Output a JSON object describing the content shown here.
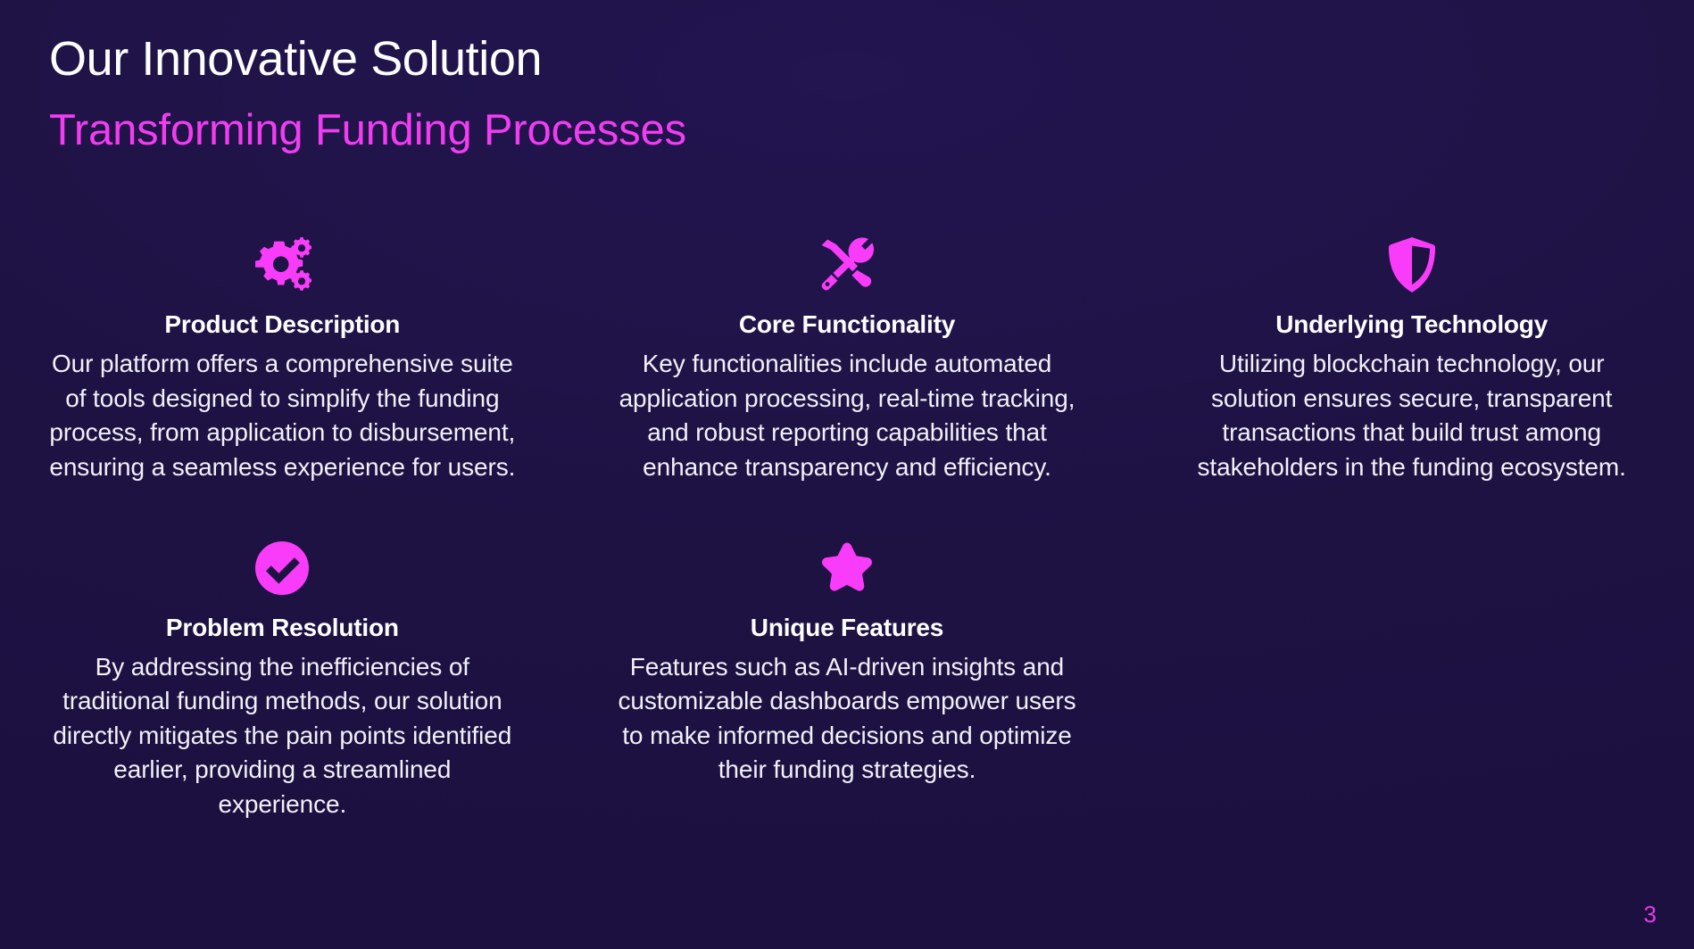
{
  "theme": {
    "background_color": "#1e1243",
    "accent_color": "#f13cf1",
    "icon_color": "#f93cf9",
    "title_color": "#ffffff",
    "body_color": "#f2f0f8"
  },
  "header": {
    "title": "Our Innovative Solution",
    "subtitle": "Transforming Funding Processes"
  },
  "cards": [
    {
      "icon": "cogs-icon",
      "heading": "Product Description",
      "body": "Our platform offers a comprehensive suite of tools designed to simplify the funding process, from application to disbursement, ensuring a seamless experience for users."
    },
    {
      "icon": "tools-icon",
      "heading": "Core Functionality",
      "body": "Key functionalities include automated application processing, real-time tracking, and robust reporting capabilities that enhance transparency and efficiency."
    },
    {
      "icon": "shield-icon",
      "heading": "Underlying Technology",
      "body": "Utilizing blockchain technology, our solution ensures secure, transparent transactions that build trust among stakeholders in the funding ecosystem."
    },
    {
      "icon": "check-circle-icon",
      "heading": "Problem Resolution",
      "body": "By addressing the inefficiencies of traditional funding methods, our solution directly mitigates the pain points identified earlier, providing a streamlined experience."
    },
    {
      "icon": "star-icon",
      "heading": "Unique Features",
      "body": "Features such as AI-driven insights and customizable dashboards empower users to make informed decisions and optimize their funding strategies."
    }
  ],
  "footer": {
    "page_number": "3"
  }
}
